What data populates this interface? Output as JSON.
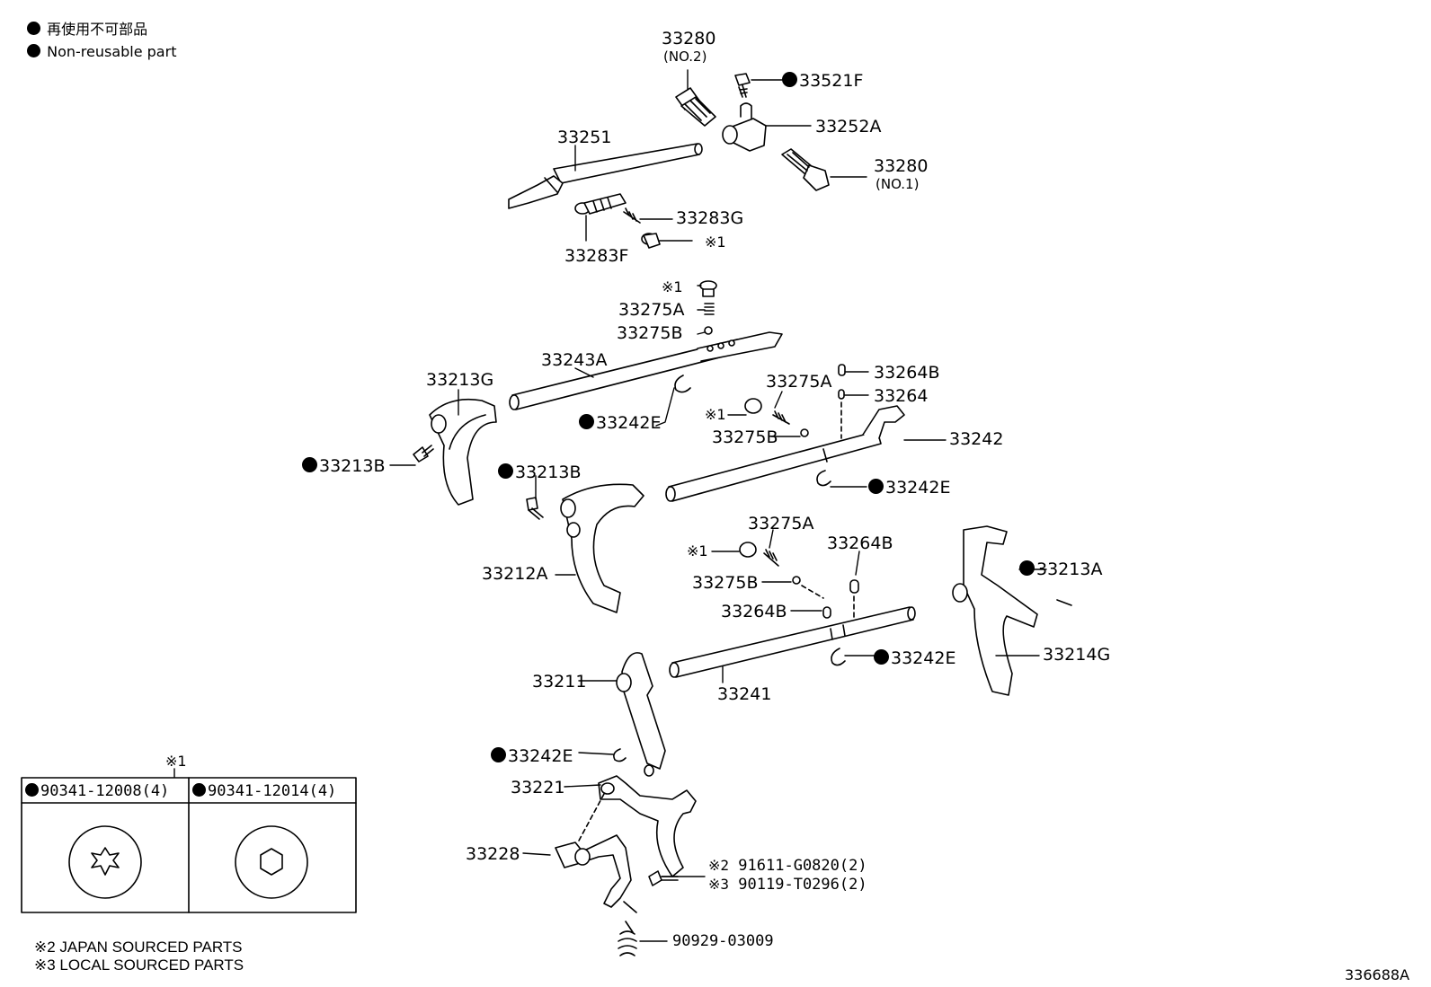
{
  "legend": {
    "jp": "再使用不可部品",
    "en": "Non-reusable part"
  },
  "diagram_code": "336688A",
  "notes": {
    "n2": "※2 JAPAN SOURCED PARTS",
    "n3": "※3 LOCAL SOURCED PARTS"
  },
  "inset": {
    "marker": "※1",
    "left_part": "90341-12008(4)",
    "right_part": "90341-12014(4)"
  },
  "parts": {
    "p33280_2": "33280",
    "p33280_2_sub": "(NO.2)",
    "p33521F": "33521F",
    "p33252A": "33252A",
    "p33280_1": "33280",
    "p33280_1_sub": "(NO.1)",
    "p33251": "33251",
    "p33283G": "33283G",
    "p33283F": "33283F",
    "m1_a": "※1",
    "m1_b": "※1",
    "p33275A_top": "33275A",
    "p33275B_top": "33275B",
    "p33243A": "33243A",
    "p33213G": "33213G",
    "p33242E_1": "33242E",
    "p33264B_top": "33264B",
    "p33264": "33264",
    "p33275A_mid": "33275A",
    "m1_c": "※1",
    "p33275B_mid": "33275B",
    "p33242": "33242",
    "p33213B_1": "33213B",
    "p33213B_2": "33213B",
    "p33242E_2": "33242E",
    "p33212A": "33212A",
    "p33275A_low": "33275A",
    "p33264B_low": "33264B",
    "m1_d": "※1",
    "p33275B_low": "33275B",
    "p33264B_low2": "33264B",
    "p33213A": "33213A",
    "p33214G": "33214G",
    "p33242E_3": "33242E",
    "p33211": "33211",
    "p33241": "33241",
    "p33242E_4": "33242E",
    "p33221": "33221",
    "p33228": "33228",
    "m2": "※2",
    "p91611": "91611-G0820(2)",
    "m3": "※3",
    "p90119": "90119-T0296(2)",
    "p90929": "90929-03009"
  }
}
